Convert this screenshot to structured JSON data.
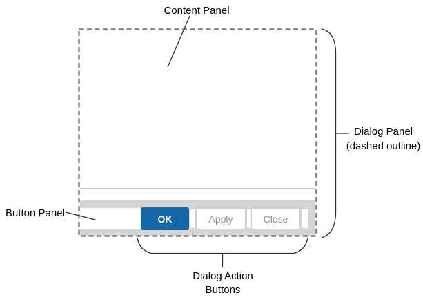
{
  "annotations": {
    "content_panel": "Content Panel",
    "dialog_panel_line1": "Dialog Panel",
    "dialog_panel_line2": "(dashed outline)",
    "button_panel": "Button Panel",
    "action_buttons_line1": "Dialog Action",
    "action_buttons_line2": "Buttons"
  },
  "dialog": {
    "buttons": [
      {
        "label": "OK",
        "style": "primary"
      },
      {
        "label": "Apply",
        "style": "secondary"
      },
      {
        "label": "Close",
        "style": "secondary"
      }
    ]
  },
  "colors": {
    "primary-button-bg": "#1167a8",
    "primary-button-text": "#ffffff",
    "secondary-button-border": "#cccccc",
    "secondary-button-text": "#8e9091",
    "panel-strip-bg": "#d4d4d4",
    "content-border": "#c9c9c9",
    "dashed-outline": "#7c7c7c",
    "annotation-line": "#2e2e2e",
    "label-text": "#000000"
  }
}
